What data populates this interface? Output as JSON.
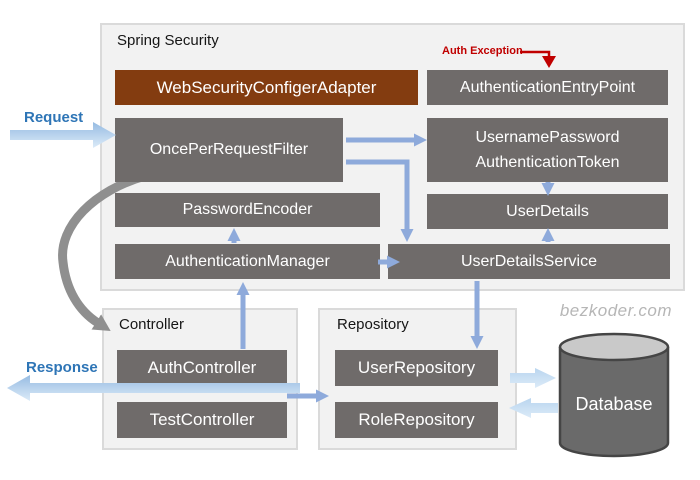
{
  "sections": {
    "spring_security": {
      "title": "Spring Security"
    },
    "controller": {
      "title": "Controller"
    },
    "repository": {
      "title": "Repository"
    }
  },
  "nodes": {
    "web_security_configurer_adapter": "WebSecurityConfigerAdapter",
    "authentication_entry_point": "AuthenticationEntryPoint",
    "once_per_request_filter": "OncePerRequestFilter",
    "username_password_authentication_token_line1": "UsernamePassword",
    "username_password_authentication_token_line2": "AuthenticationToken",
    "password_encoder": "PasswordEncoder",
    "user_details": "UserDetails",
    "authentication_manager": "AuthenticationManager",
    "user_details_service": "UserDetailsService",
    "auth_controller": "AuthController",
    "test_controller": "TestController",
    "user_repository": "UserRepository",
    "role_repository": "RoleRepository",
    "database": "Database"
  },
  "annotations": {
    "request": "Request",
    "response": "Response",
    "auth_exception": "Auth Exception",
    "watermark": "bezkoder.com"
  },
  "colors": {
    "box_gray": "#6f6b6a",
    "adapter_brown": "#833c10",
    "arrow_blue": "#8eaadb",
    "label_blue": "#2e75b6",
    "exception_red": "#c00000",
    "section_bg": "#f2f2f2",
    "section_border": "#dadada",
    "watermark_gray": "#b6b6b6",
    "curve_gray": "#8f8f8f",
    "flow_blue_top": "#96bbe2",
    "flow_blue_bottom": "#dcebf8",
    "db_arrow_top": "#b9d5ef",
    "db_body": "#6a6a6a",
    "db_top": "#c9c9c9",
    "db_outline": "#454545",
    "text_dark": "#161616",
    "node_text": "#ffffff"
  }
}
